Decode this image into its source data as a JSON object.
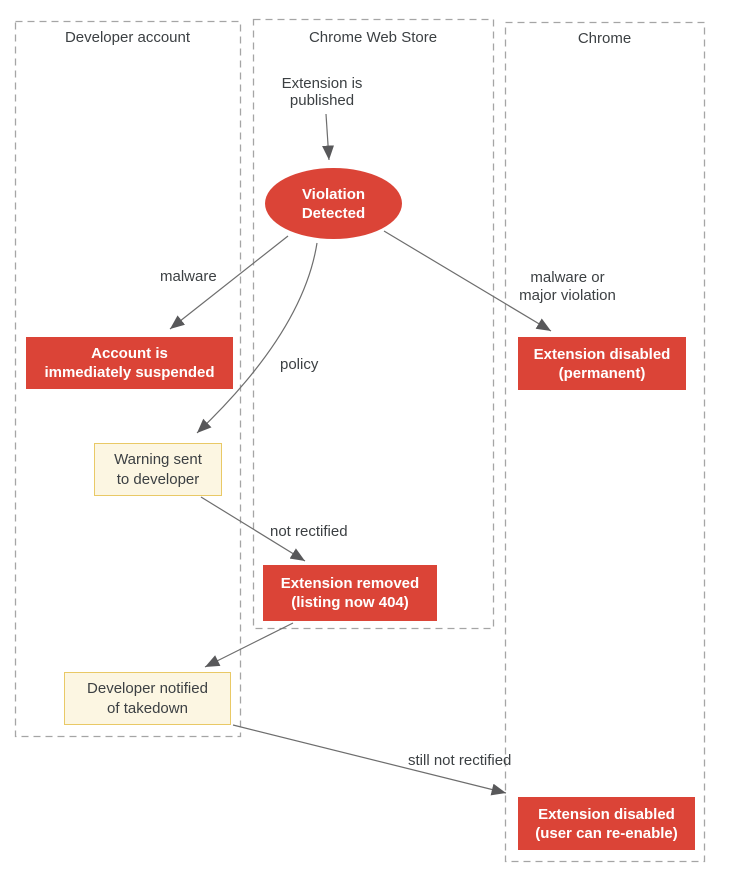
{
  "diagram": {
    "lanes": [
      {
        "title": "Developer account"
      },
      {
        "title": "Chrome Web Store"
      },
      {
        "title": "Chrome"
      }
    ],
    "nodes": {
      "published": {
        "label": [
          "Extension is",
          "published"
        ],
        "type": "text"
      },
      "violation_detected": {
        "label": [
          "Violation",
          "Detected"
        ],
        "type": "ellipse"
      },
      "account_suspended": {
        "label": [
          "Account is",
          "immediately suspended"
        ],
        "type": "red-box"
      },
      "extension_disabled_permanent": {
        "label": [
          "Extension disabled",
          "(permanent)"
        ],
        "type": "red-box"
      },
      "warning_sent": {
        "label": [
          "Warning sent",
          "to developer"
        ],
        "type": "note-box"
      },
      "extension_removed": {
        "label": [
          "Extension removed",
          "(listing now 404)"
        ],
        "type": "red-box"
      },
      "developer_notified": {
        "label": [
          "Developer notified",
          "of takedown"
        ],
        "type": "note-box"
      },
      "extension_disabled_reenable": {
        "label": [
          "Extension disabled",
          "(user can re-enable)"
        ],
        "type": "red-box"
      }
    },
    "edge_labels": {
      "malware": "malware",
      "policy": "policy",
      "malware_or_major": [
        "malware or",
        "major violation"
      ],
      "not_rectified": "not rectified",
      "still_not_rectified": "still not rectified"
    },
    "colors": {
      "node_red": "#db4437",
      "node_red_text": "#ffffff",
      "note_fill": "#fcf6e2",
      "note_border": "#e9c966",
      "text": "#3c4043",
      "lane_border": "#a5a5a5",
      "arrow_line": "#6d6d6d",
      "arrow_head": "#58585a"
    }
  }
}
